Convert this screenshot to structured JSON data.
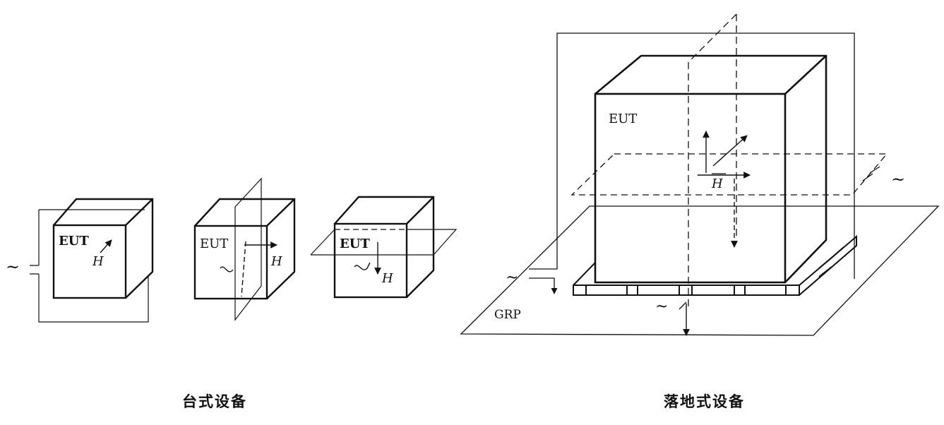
{
  "labels": {
    "eut": "EUT",
    "field": "H",
    "grp": "GRP",
    "source": "~"
  },
  "captions": {
    "tabletop": "台式设备",
    "floor": "落地式设备"
  }
}
